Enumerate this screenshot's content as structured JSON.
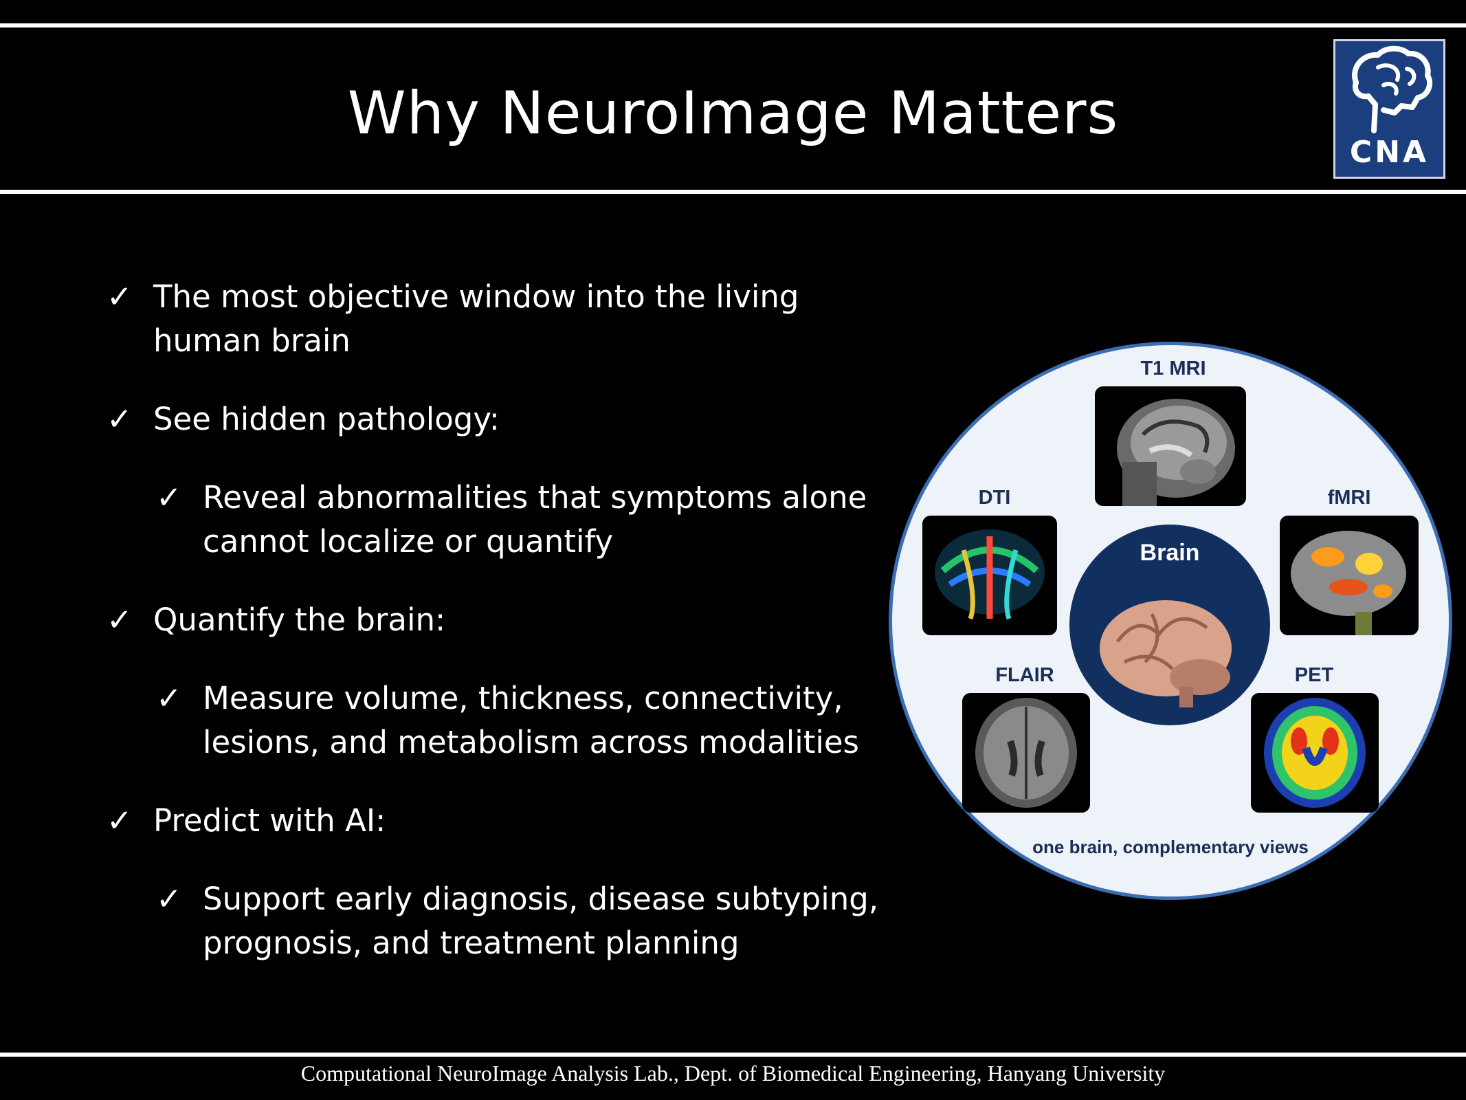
{
  "title": "Why NeuroImage Matters",
  "logo": {
    "text": "CNA",
    "background": "#1a3e7e",
    "icon": "brain-outline-icon"
  },
  "bullets": [
    {
      "level": 1,
      "check": "✓",
      "text": "The most objective window into the living\nhuman brain"
    },
    {
      "level": 1,
      "check": "✓",
      "text": "See hidden pathology:"
    },
    {
      "level": 2,
      "check": "✓",
      "text": "Reveal abnormalities that symptoms alone\ncannot localize or quantify"
    },
    {
      "level": 1,
      "check": "✓",
      "text": "Quantify the brain:"
    },
    {
      "level": 2,
      "check": "✓",
      "text": "Measure volume, thickness, connectivity,\nlesions, and metabolism across modalities"
    },
    {
      "level": 1,
      "check": "✓",
      "text": "Predict with AI:"
    },
    {
      "level": 2,
      "check": "✓",
      "text": "Support early diagnosis, disease subtyping,\nprognosis, and treatment planning"
    }
  ],
  "figure": {
    "center_label": "Brain",
    "modalities": {
      "t1": "T1 MRI",
      "dti": "DTI",
      "fmri": "fMRI",
      "flair": "FLAIR",
      "pet": "PET"
    },
    "caption": "one brain, complementary views",
    "colors": {
      "circle_border": "#3b6db3",
      "circle_fill": "#eef2f9",
      "hub": "#12305f"
    }
  },
  "footer": "Computational NeuroImage Analysis Lab., Dept. of Biomedical Engineering, Hanyang University"
}
